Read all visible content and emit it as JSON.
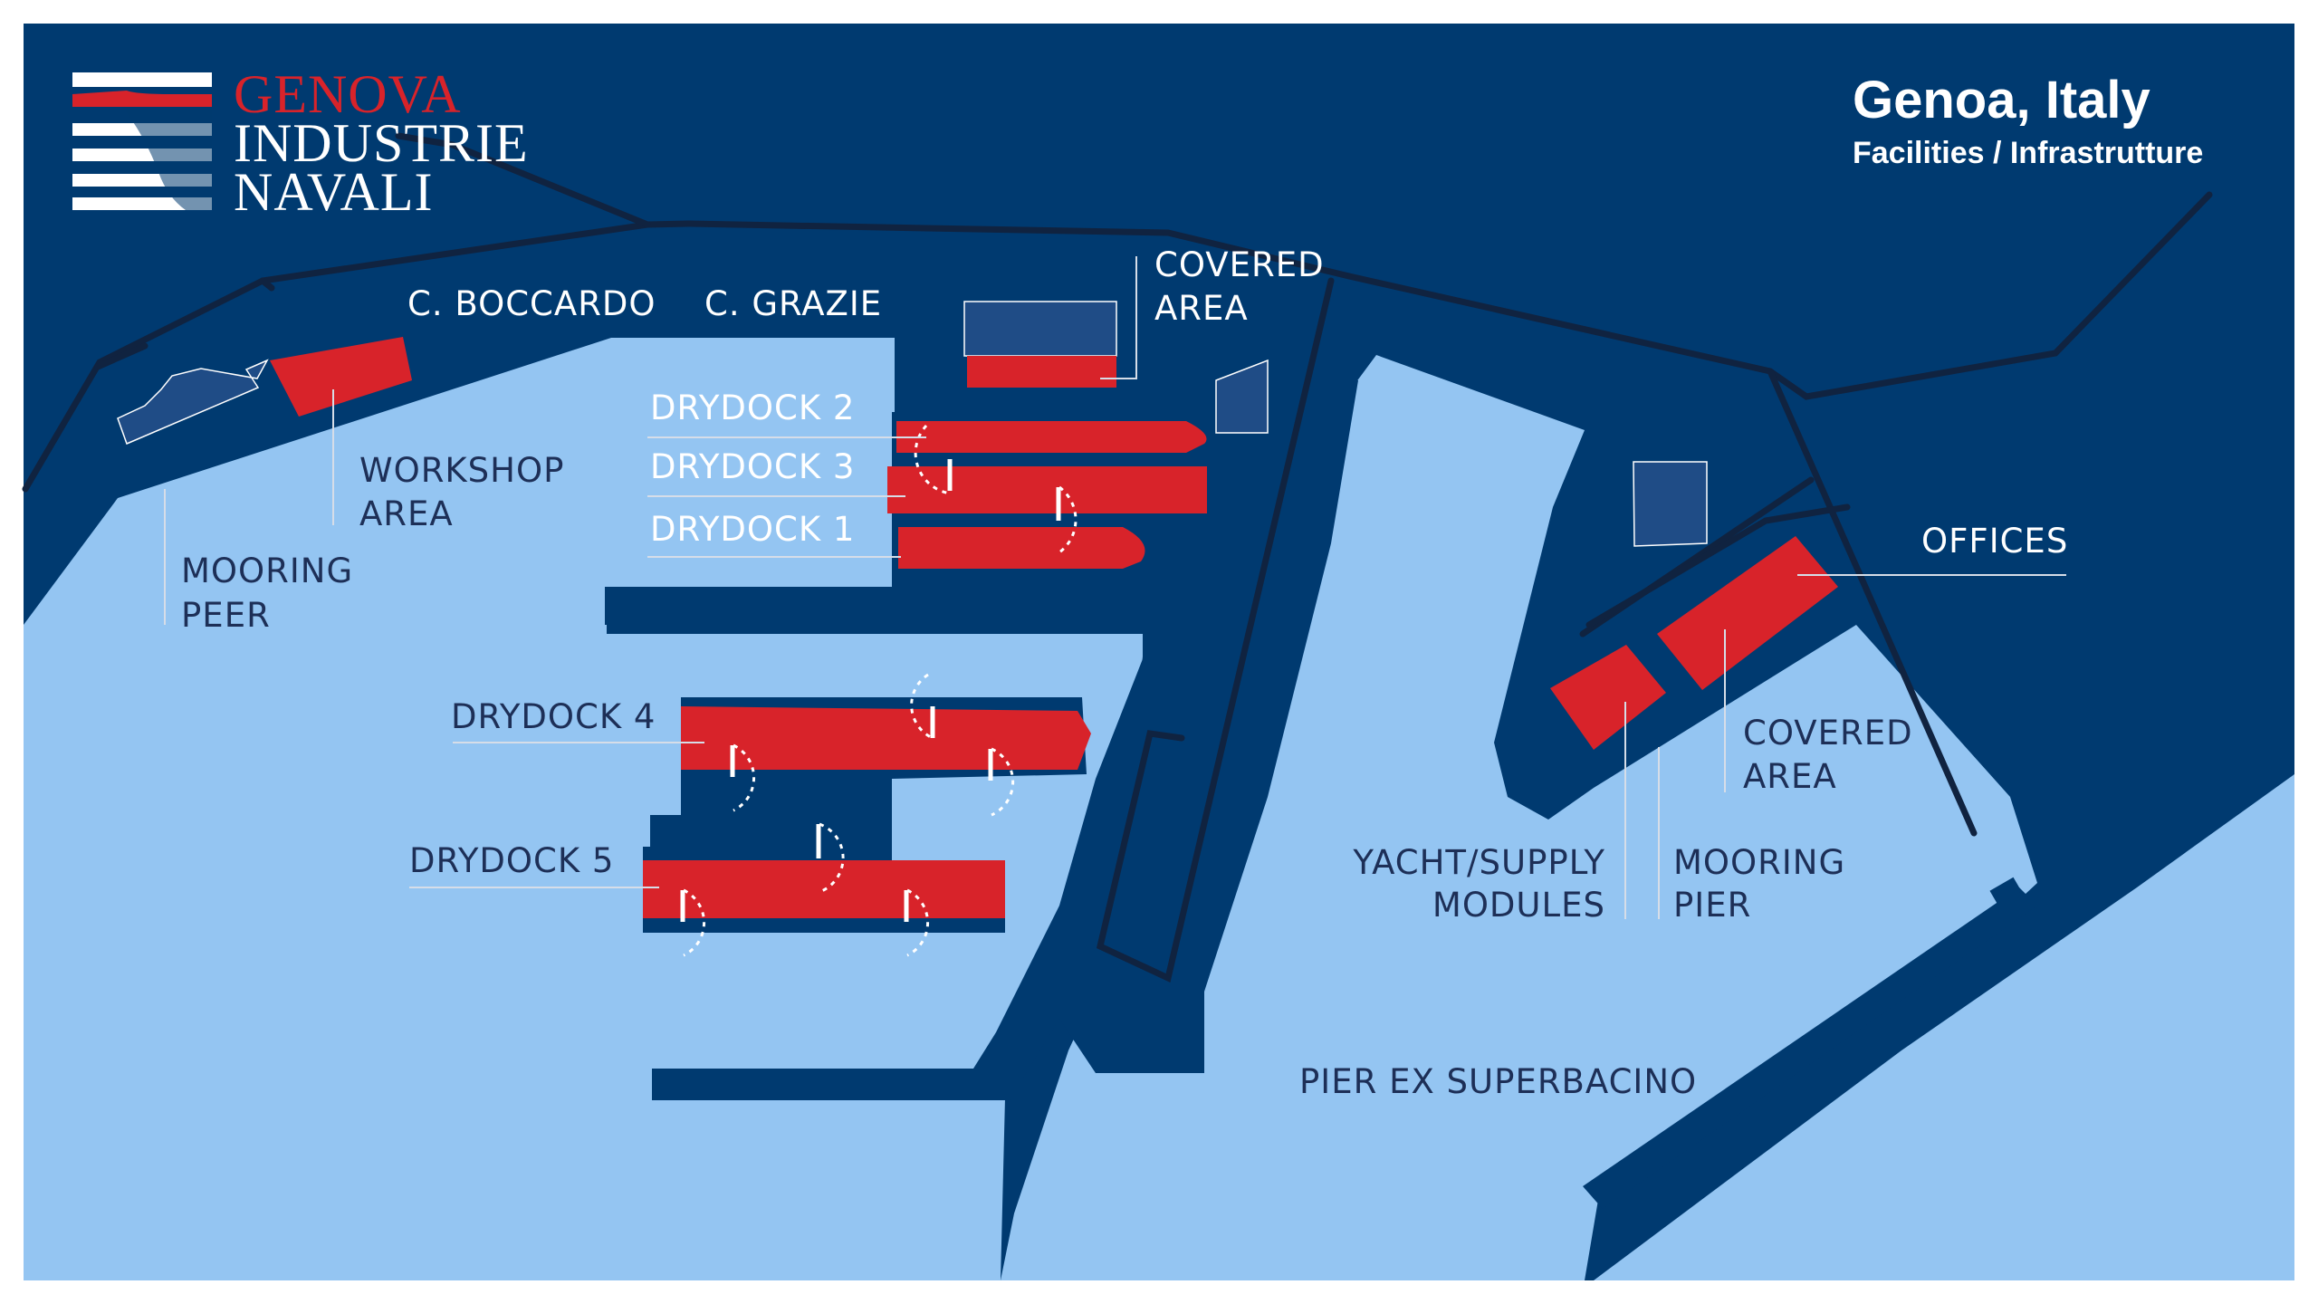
{
  "colors": {
    "land": "#003a70",
    "water": "#94c5f2",
    "facility": "#d8232a",
    "road": "#102340",
    "building_outline": "#ffffff",
    "label_light": "#ffffff",
    "label_dark": "#1d2f57"
  },
  "logo": {
    "line1": "GENOVA",
    "line2": "INDUSTRIE",
    "line3": "NAVALI"
  },
  "header": {
    "title": "Genoa, Italy",
    "subtitle": "Facilities / Infrastrutture"
  },
  "labels": {
    "c_boccardo": "C. BOCCARDO",
    "c_grazie": "C. GRAZIE",
    "covered_area_top_1": "COVERED",
    "covered_area_top_2": "AREA",
    "workshop_1": "WORKSHOP",
    "workshop_2": "AREA",
    "mooring_peer_1": "MOORING",
    "mooring_peer_2": "PEER",
    "drydock2": "DRYDOCK 2",
    "drydock3": "DRYDOCK 3",
    "drydock1": "DRYDOCK 1",
    "drydock4": "DRYDOCK 4",
    "drydock5": "DRYDOCK 5",
    "offices": "OFFICES",
    "covered_area_right_1": "COVERED",
    "covered_area_right_2": "AREA",
    "yacht_1": "YACHT/SUPPLY",
    "yacht_2": "MODULES",
    "mooring_pier_1": "MOORING",
    "mooring_pier_2": "PIER",
    "pier_ex": "PIER EX SUPERBACINO"
  }
}
